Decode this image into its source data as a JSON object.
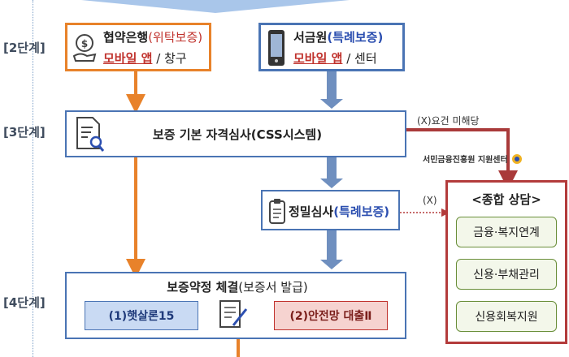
{
  "stages": {
    "s2": "[2단계]",
    "s3": "[3단계]",
    "s4": "[4단계]"
  },
  "box_bank": {
    "title_prefix": "협약은행",
    "title_paren": "(위탁보증)",
    "line2_red": "모바일 앱",
    "line2_rest": " / 창구"
  },
  "box_fund": {
    "title_prefix": "서금원",
    "title_paren": "(특례보증)",
    "line2_red": "모바일 앱",
    "line2_rest": " / 센터"
  },
  "box_screening": {
    "label": "보증 기본 자격심사(CSS시스템)"
  },
  "side_note_top": "(X)요건 미해당",
  "side_note_mid": "(X)",
  "agency_logo_text": "서민금융진흥원 지원센터",
  "box_detailed": {
    "label_prefix": "정밀심사",
    "label_paren": "(특례보증)"
  },
  "consult": {
    "title": "<종합 상담>",
    "items": [
      "금융·복지연계",
      "신용·부채관리",
      "신용회복지원"
    ]
  },
  "box_contract": {
    "title_bold": "보증약정 체결",
    "title_paren": "(보증서 발급)"
  },
  "product1": "(1)햇살론15",
  "product2": "(2)안전망 대출Ⅱ",
  "colors": {
    "orange": "#e8822a",
    "blue_arrow": "#6f8fbf",
    "box_blue": "#4a74b4",
    "dark_red": "#a93a3a",
    "consult_border": "#b33b3b"
  }
}
